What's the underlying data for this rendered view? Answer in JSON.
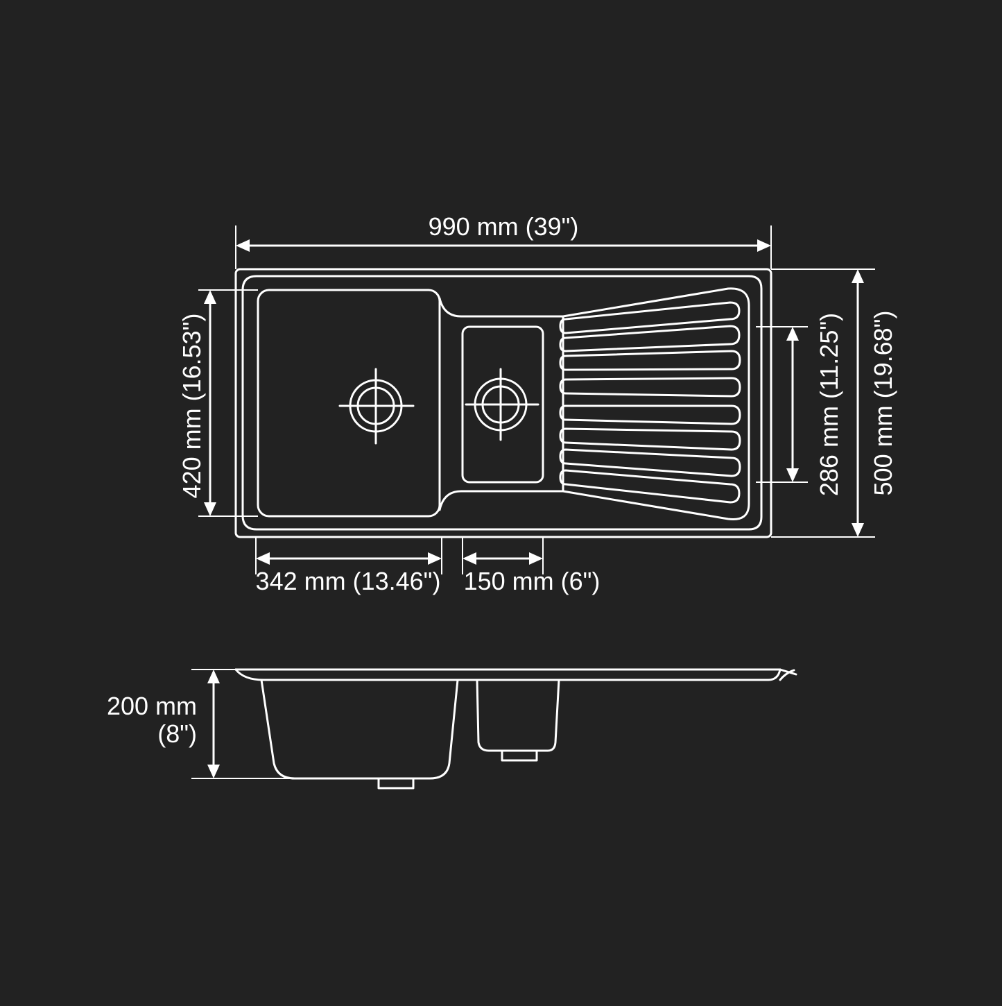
{
  "colors": {
    "background": "#222222",
    "line": "#ffffff"
  },
  "dimensions": {
    "overall_length": "990 mm (39\")",
    "overall_width": "500 mm (19.68\")",
    "main_bowl_length": "420 mm (16.53\")",
    "small_bowl_length": "286 mm (11.25\")",
    "main_bowl_width": "342 mm (13.46\")",
    "small_bowl_width": "150 mm (6\")",
    "depth_line1": "200 mm",
    "depth_line2": "(8\")"
  }
}
